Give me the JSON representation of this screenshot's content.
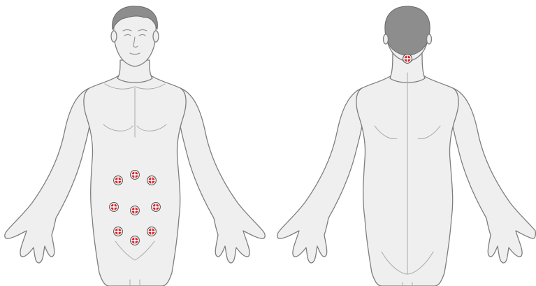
{
  "figure": {
    "views": [
      "front",
      "back"
    ],
    "background_color": "#ffffff",
    "skin_color": "#efefef",
    "outline_color": "#7e7e7e",
    "hair_color": "#8d8d8d"
  },
  "marker": {
    "icon": "target-crosshair-icon",
    "fill_color": "#d9262b",
    "ring_color": "#555555",
    "center_color": "#ffffff"
  },
  "points": {
    "front_abdomen_count": 9,
    "back_neck_count": 1
  }
}
